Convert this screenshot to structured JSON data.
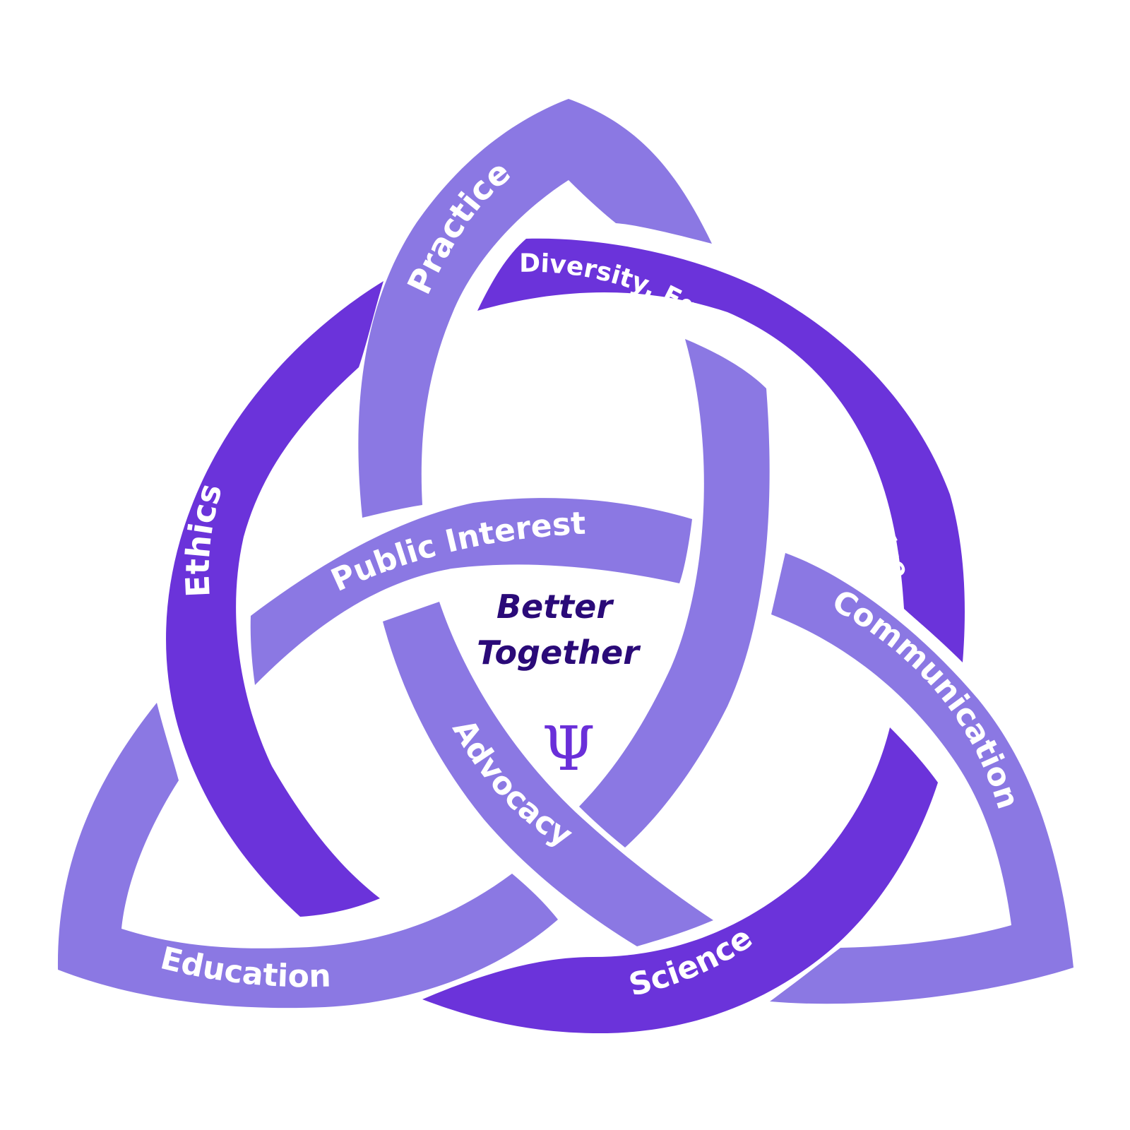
{
  "colors": {
    "light_band": "#8b78e3",
    "dark_band": "#6b33da",
    "label_text": "#ffffff",
    "center_text": "#2a0a78",
    "symbol": "#6a2fd9",
    "background": "#ffffff"
  },
  "bands": {
    "practice": "Practice",
    "diversity": "Diversity, Equity, Inclusion & Justice",
    "ethics": "Ethics",
    "public_interest": "Public Interest",
    "communication": "Communication",
    "advocacy": "Advocacy",
    "education": "Education",
    "science": "Science"
  },
  "center": {
    "line1": "Better",
    "line2": "Together",
    "symbol": "Ψ"
  },
  "icons": {
    "symbol": "psi-icon"
  }
}
